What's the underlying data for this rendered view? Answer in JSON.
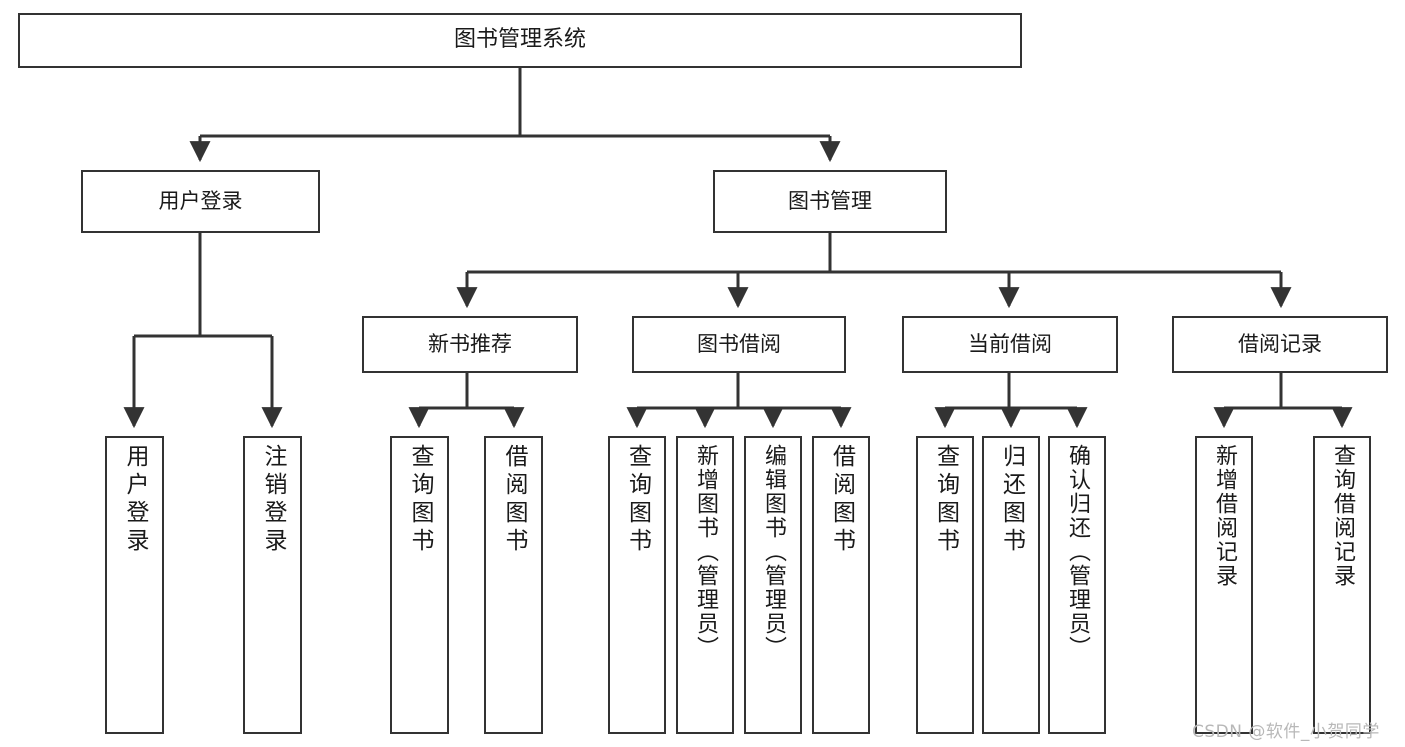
{
  "diagram": {
    "title": "图书管理系统",
    "watermark": "CSDN @软件_小贺同学",
    "line_color": "#333333",
    "box_fill": "#ffffff",
    "text_color": "#1a1a1a",
    "levels": {
      "root": {
        "label": "图书管理系统"
      },
      "level2": [
        {
          "id": "user-login",
          "label": "用户登录"
        },
        {
          "id": "book-manage",
          "label": "图书管理"
        }
      ],
      "level3": [
        {
          "id": "new-book-recommend",
          "label": "新书推荐",
          "parent": "book-manage"
        },
        {
          "id": "book-borrow",
          "label": "图书借阅",
          "parent": "book-manage"
        },
        {
          "id": "current-borrow",
          "label": "当前借阅",
          "parent": "book-manage"
        },
        {
          "id": "borrow-record",
          "label": "借阅记录",
          "parent": "book-manage"
        }
      ],
      "leaves": [
        {
          "id": "leaf-user-login",
          "label": "用户登录",
          "parent": "user-login"
        },
        {
          "id": "leaf-user-logout",
          "label": "注销登录",
          "parent": "user-login"
        },
        {
          "id": "leaf-query-book-1",
          "label": "查询图书",
          "parent": "new-book-recommend"
        },
        {
          "id": "leaf-borrow-book-1",
          "label": "借阅图书",
          "parent": "new-book-recommend"
        },
        {
          "id": "leaf-query-book-2",
          "label": "查询图书",
          "parent": "book-borrow"
        },
        {
          "id": "leaf-add-book",
          "label": "新增图书（管理员）",
          "parent": "book-borrow"
        },
        {
          "id": "leaf-edit-book",
          "label": "编辑图书（管理员）",
          "parent": "book-borrow"
        },
        {
          "id": "leaf-borrow-book-2",
          "label": "借阅图书",
          "parent": "book-borrow"
        },
        {
          "id": "leaf-query-book-3",
          "label": "查询图书",
          "parent": "current-borrow"
        },
        {
          "id": "leaf-return-book",
          "label": "归还图书",
          "parent": "current-borrow"
        },
        {
          "id": "leaf-confirm-return",
          "label": "确认归还（管理员）",
          "parent": "current-borrow"
        },
        {
          "id": "leaf-add-record",
          "label": "新增借阅记录",
          "parent": "borrow-record"
        },
        {
          "id": "leaf-query-record",
          "label": "查询借阅记录",
          "parent": "borrow-record"
        }
      ]
    }
  }
}
